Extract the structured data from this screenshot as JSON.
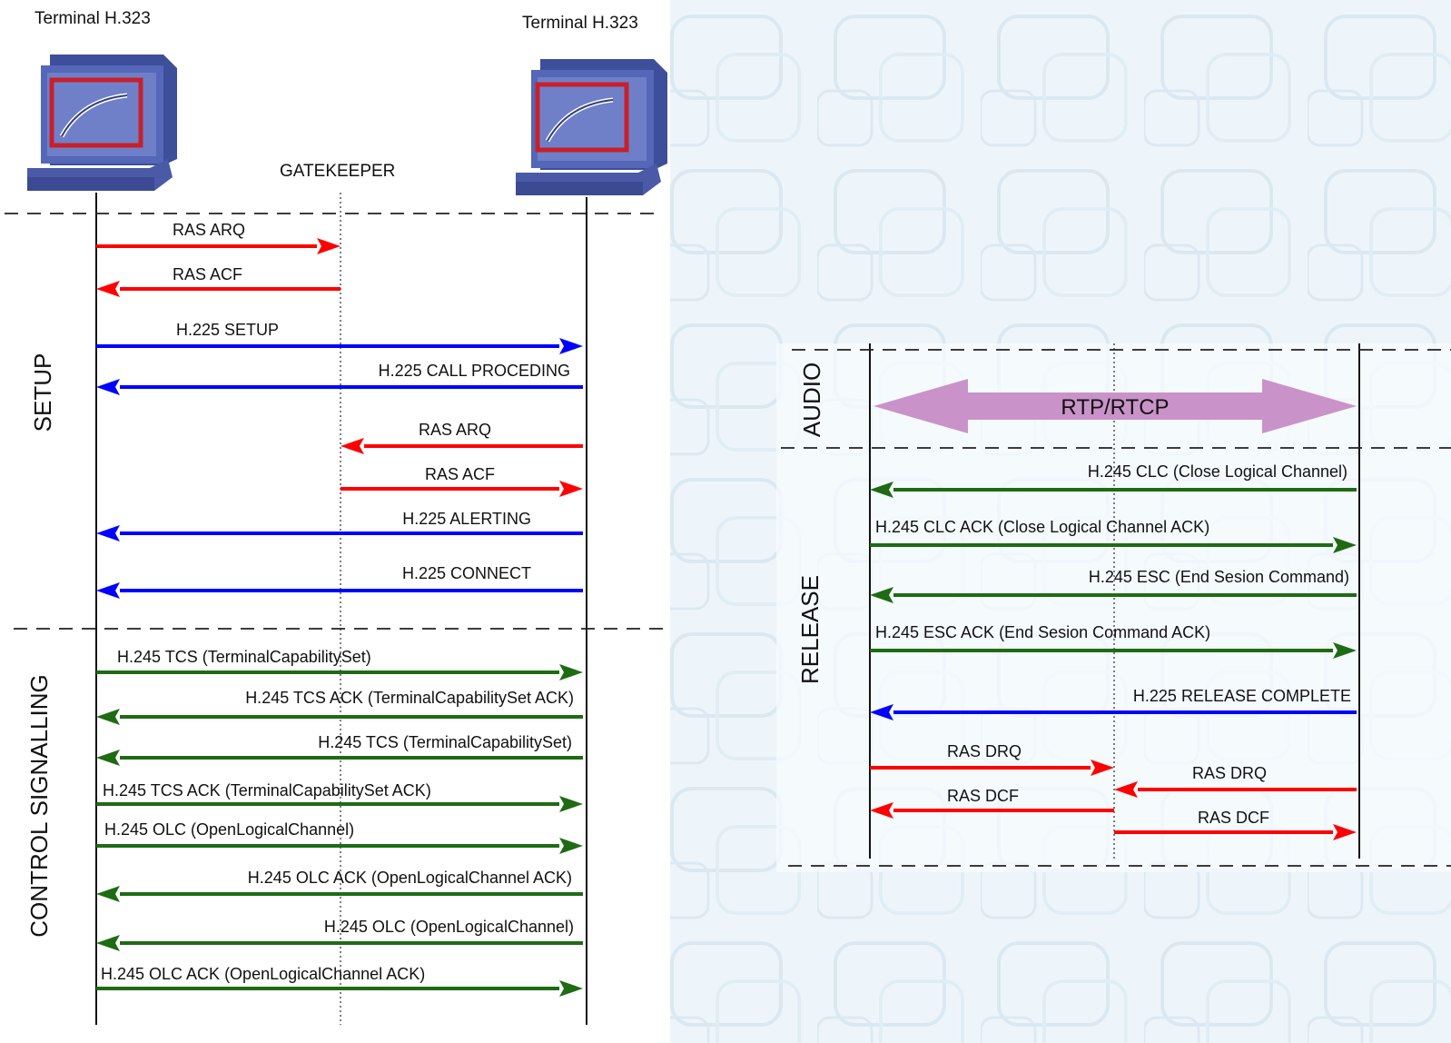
{
  "header": {
    "terminal_left": "Terminal H.323",
    "terminal_right": "Terminal H.323",
    "gatekeeper": "GATEKEEPER"
  },
  "phases": {
    "setup": "SETUP",
    "control": "CONTROL SIGNALLING",
    "audio": "AUDIO",
    "release": "RELEASE"
  },
  "audio_stream": "RTP/RTCP",
  "colors": {
    "ras": "#ff0000",
    "h225": "#0000ff",
    "h245": "#1e6b14",
    "rtp": "#c993c9"
  },
  "left_messages": [
    {
      "label": "RAS ARQ",
      "color": "ras",
      "from": "terminal-left",
      "to": "gatekeeper"
    },
    {
      "label": "RAS ACF",
      "color": "ras",
      "from": "gatekeeper",
      "to": "terminal-left"
    },
    {
      "label": "H.225 SETUP",
      "color": "h225",
      "from": "terminal-left",
      "to": "terminal-right"
    },
    {
      "label": "H.225 CALL PROCEDING",
      "color": "h225",
      "from": "terminal-right",
      "to": "terminal-left"
    },
    {
      "label": "RAS ARQ",
      "color": "ras",
      "from": "terminal-right",
      "to": "gatekeeper"
    },
    {
      "label": "RAS ACF",
      "color": "ras",
      "from": "gatekeeper",
      "to": "terminal-right"
    },
    {
      "label": "H.225 ALERTING",
      "color": "h225",
      "from": "terminal-right",
      "to": "terminal-left"
    },
    {
      "label": "H.225 CONNECT",
      "color": "h225",
      "from": "terminal-right",
      "to": "terminal-left"
    },
    {
      "label": "H.245 TCS (TerminalCapabilitySet)",
      "color": "h245",
      "from": "terminal-left",
      "to": "terminal-right"
    },
    {
      "label": "H.245 TCS ACK (TerminalCapabilitySet ACK)",
      "color": "h245",
      "from": "terminal-right",
      "to": "terminal-left"
    },
    {
      "label": "H.245 TCS (TerminalCapabilitySet)",
      "color": "h245",
      "from": "terminal-right",
      "to": "terminal-left"
    },
    {
      "label": "H.245 TCS ACK (TerminalCapabilitySet ACK)",
      "color": "h245",
      "from": "terminal-left",
      "to": "terminal-right"
    },
    {
      "label": "H.245 OLC (OpenLogicalChannel)",
      "color": "h245",
      "from": "terminal-left",
      "to": "terminal-right"
    },
    {
      "label": "H.245 OLC ACK (OpenLogicalChannel ACK)",
      "color": "h245",
      "from": "terminal-right",
      "to": "terminal-left"
    },
    {
      "label": "H.245 OLC (OpenLogicalChannel)",
      "color": "h245",
      "from": "terminal-right",
      "to": "terminal-left"
    },
    {
      "label": "H.245 OLC ACK (OpenLogicalChannel ACK)",
      "color": "h245",
      "from": "terminal-left",
      "to": "terminal-right"
    }
  ],
  "right_messages": [
    {
      "label": "H.245 CLC (Close Logical Channel)",
      "color": "h245",
      "from": "terminal-right",
      "to": "terminal-left"
    },
    {
      "label": "H.245 CLC ACK (Close Logical Channel ACK)",
      "color": "h245",
      "from": "terminal-left",
      "to": "terminal-right"
    },
    {
      "label": "H.245 ESC (End Sesion Command)",
      "color": "h245",
      "from": "terminal-right",
      "to": "terminal-left"
    },
    {
      "label": "H.245 ESC ACK (End Sesion Command ACK)",
      "color": "h245",
      "from": "terminal-left",
      "to": "terminal-right"
    },
    {
      "label": "H.225 RELEASE COMPLETE",
      "color": "h225",
      "from": "terminal-right",
      "to": "terminal-left"
    },
    {
      "label": "RAS DRQ",
      "color": "ras",
      "from": "terminal-left",
      "to": "gatekeeper"
    },
    {
      "label": "RAS DRQ",
      "color": "ras",
      "from": "terminal-right",
      "to": "gatekeeper"
    },
    {
      "label": "RAS DCF",
      "color": "ras",
      "from": "gatekeeper",
      "to": "terminal-left"
    },
    {
      "label": "RAS DCF",
      "color": "ras",
      "from": "gatekeeper",
      "to": "terminal-right"
    }
  ]
}
